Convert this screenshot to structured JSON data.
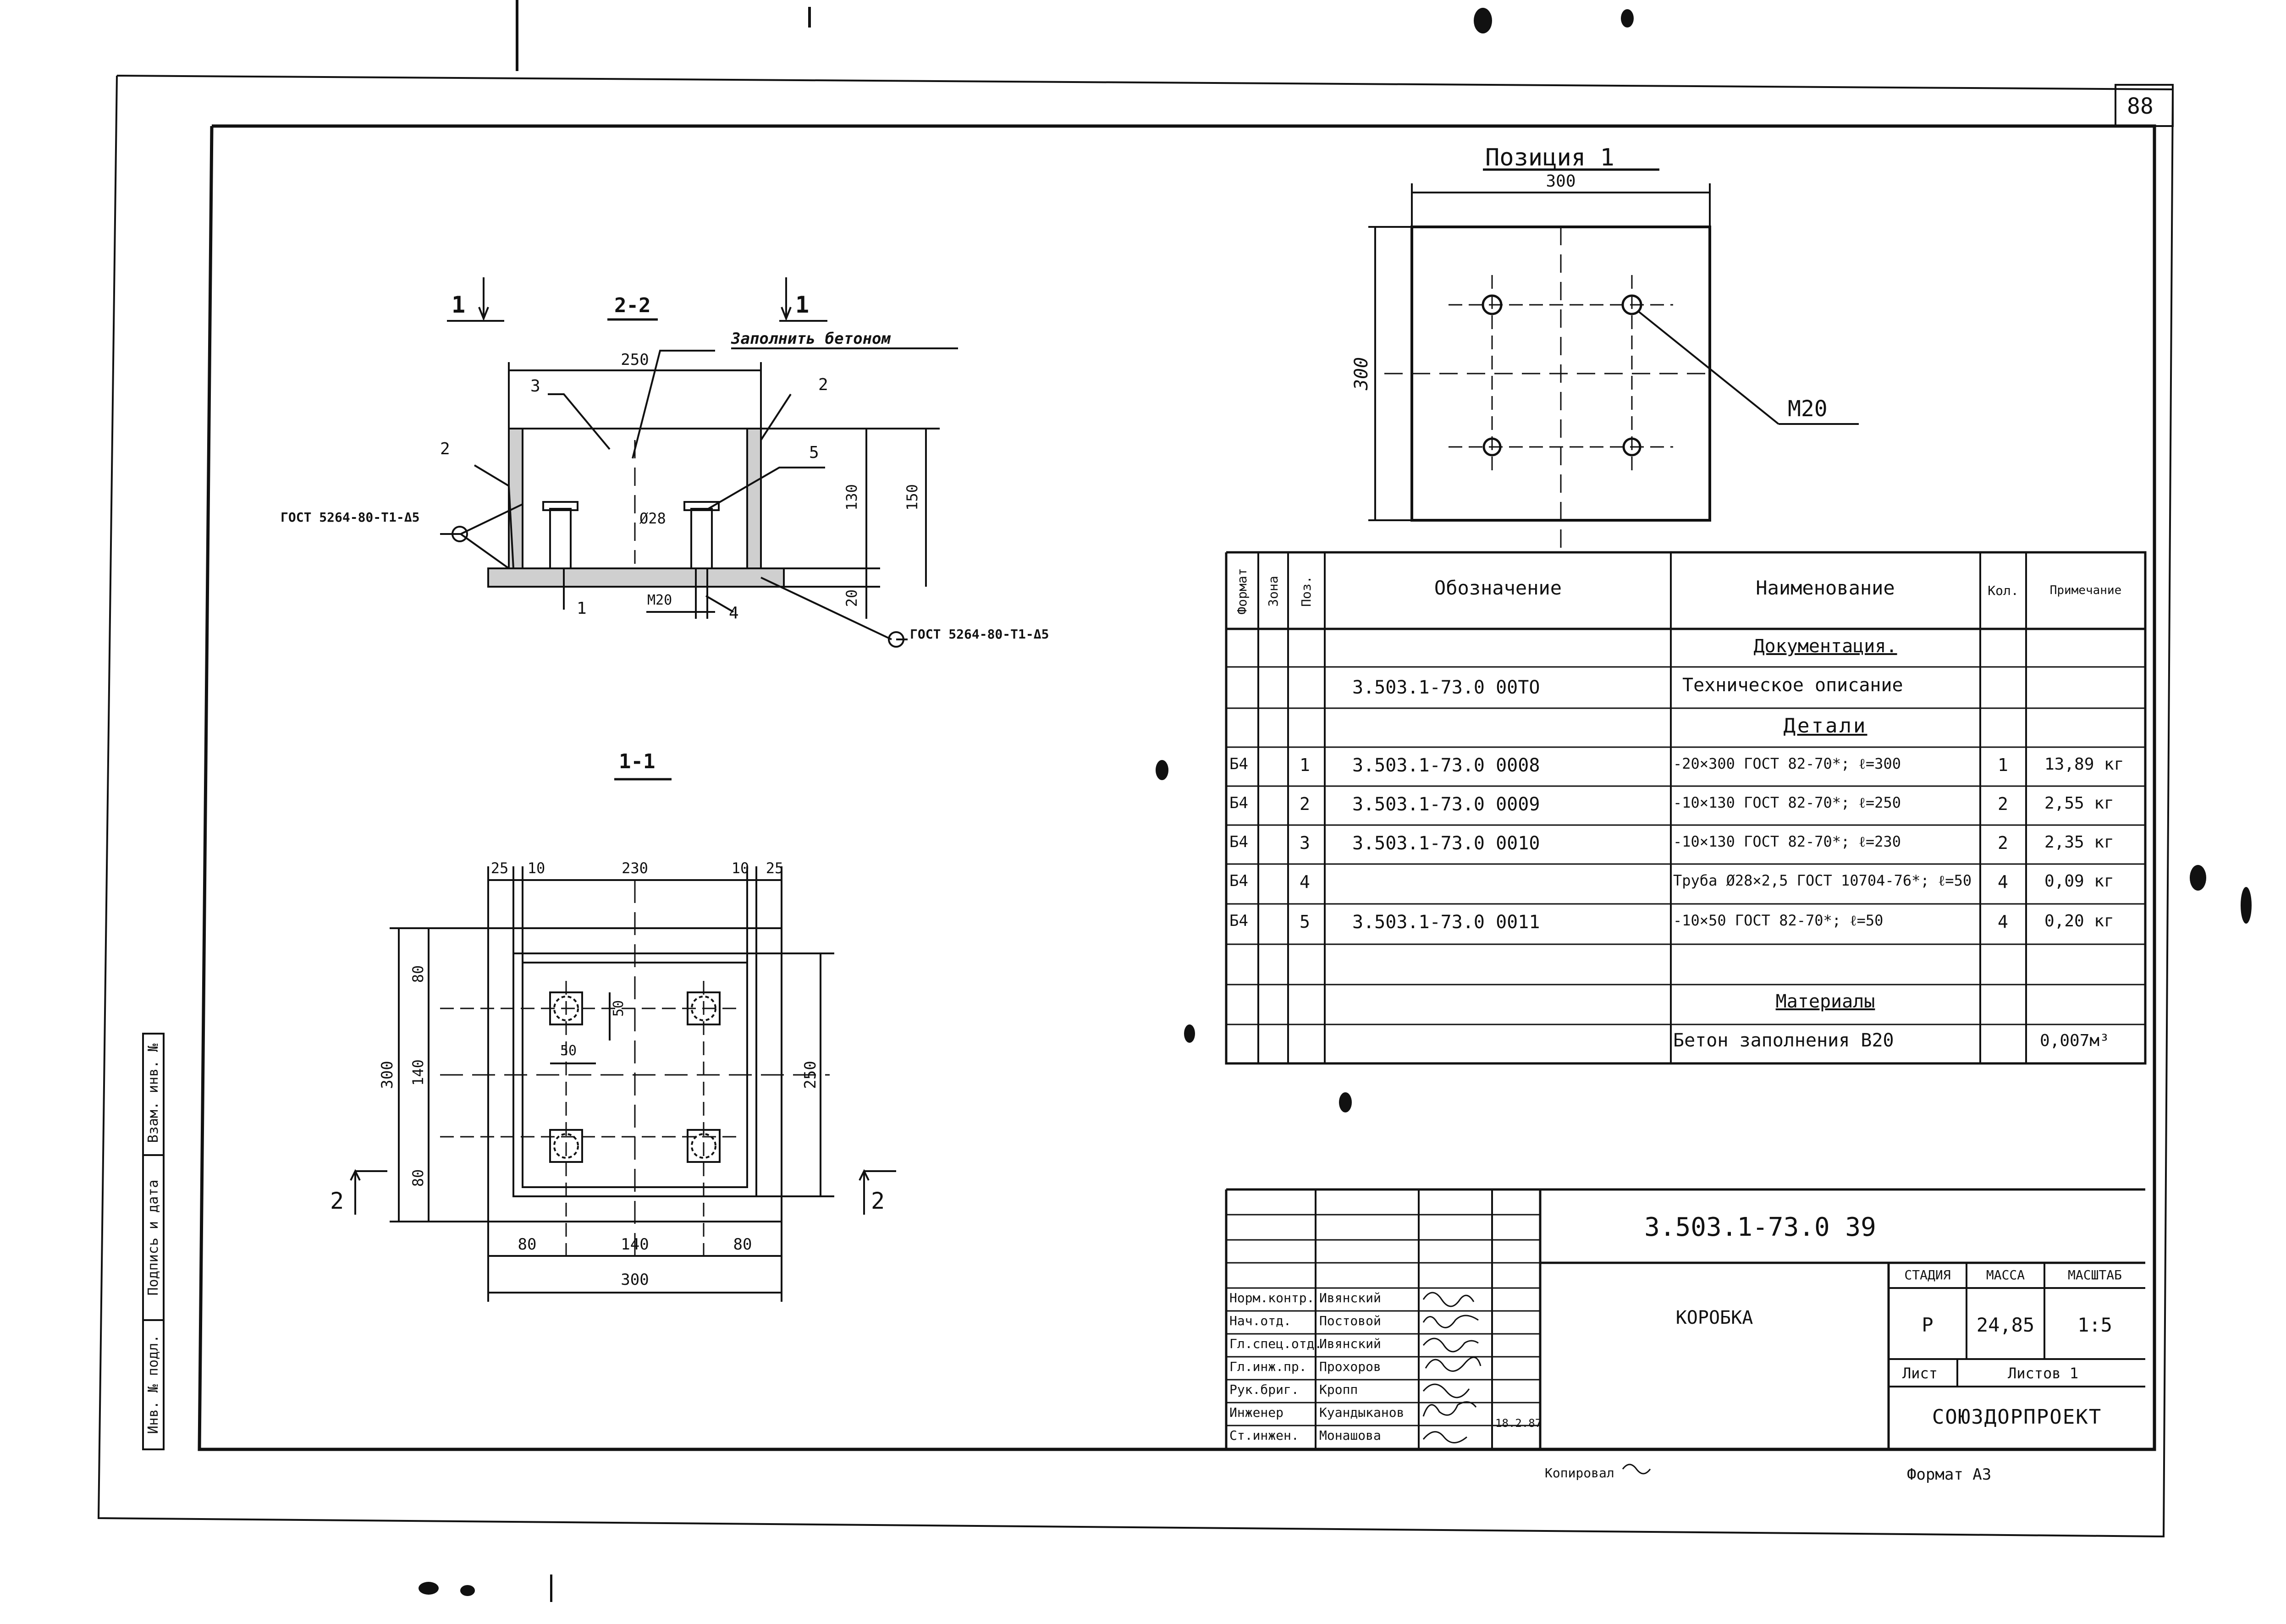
{
  "sheet": {
    "page_number": "88",
    "sheet_code": "3.503.1-73.0 39",
    "title": "КОРОБКА",
    "stage_label": "СТАДИЯ",
    "mass_label": "МАССА",
    "scale_label": "МАСШТАБ",
    "stage": "Р",
    "mass": "24,85",
    "scale": "1:5",
    "sheet_label": "Лист",
    "sheets_label": "Листов 1",
    "organization": "СОЮЗДОРПРОЕКТ",
    "copied_label": "Копировал",
    "format_label": "Формат А3",
    "date": "18.2.87"
  },
  "side_stamp": {
    "inv_original": "Инв. № подл.",
    "signature_date": "Подпись и дата",
    "inv_replacement": "Взам. инв. №"
  },
  "signatures": [
    {
      "role": "Норм.контр.",
      "name": "Ивянский"
    },
    {
      "role": "Нач.отд.",
      "name": "Постовой"
    },
    {
      "role": "Гл.спец.отд.",
      "name": "Ивянский"
    },
    {
      "role": "Гл.инж.пр.",
      "name": "Прохоров"
    },
    {
      "role": "Рук.бриг.",
      "name": "Кропп"
    },
    {
      "role": "Инженер",
      "name": "Куандыканов"
    },
    {
      "role": "Ст.инжен.",
      "name": "Монашова"
    }
  ],
  "section_22": {
    "title": "2-2",
    "cut_marker": "1",
    "note": "Заполнить бетоном",
    "weld_note_left": "ГОСТ 5264-80-Т1-Δ5",
    "weld_note_right": "ГОСТ 5264-80-Т1-Δ5",
    "dim_width": "250",
    "dim_inner_height": "130",
    "dim_total_height": "150",
    "dim_plate": "20",
    "diameter": "Ø28",
    "bolt": "М20",
    "pos_1": "1",
    "pos_2": "2",
    "pos_3": "3",
    "pos_4": "4",
    "pos_5": "5"
  },
  "section_11": {
    "title": "1-1",
    "cut_marker": "2",
    "dim_top": [
      "25",
      "10",
      "230",
      "10",
      "25"
    ],
    "dim_bottom": [
      "80",
      "140",
      "80"
    ],
    "dim_total": "300",
    "dim_left": [
      "80",
      "140",
      "80"
    ],
    "dim_left_total": "300",
    "dim_right": "250",
    "dim_hole_v": "50",
    "dim_hole_h": "50"
  },
  "position_1": {
    "title": "Позиция 1",
    "dim_width": "300",
    "dim_height": "300",
    "bolt": "М20"
  },
  "spec": {
    "headers": {
      "format": "Формат",
      "zone": "Зона",
      "pos": "Поз.",
      "designation": "Обозначение",
      "name": "Наименование",
      "qty": "Кол.",
      "note": "Примечание"
    },
    "section_docs": "Документация.",
    "doc_designation": "3.503.1-73.0 00ТО",
    "doc_name": "Техническое описание",
    "section_parts": "Детали",
    "parts": [
      {
        "format": "Б4",
        "pos": "1",
        "designation": "3.503.1-73.0 0008",
        "name": "-20×300 ГОСТ 82-70*; ℓ=300",
        "qty": "1",
        "note": "13,89 кг"
      },
      {
        "format": "Б4",
        "pos": "2",
        "designation": "3.503.1-73.0 0009",
        "name": "-10×130 ГОСТ 82-70*; ℓ=250",
        "qty": "2",
        "note": "2,55 кг"
      },
      {
        "format": "Б4",
        "pos": "3",
        "designation": "3.503.1-73.0 0010",
        "name": "-10×130 ГОСТ 82-70*; ℓ=230",
        "qty": "2",
        "note": "2,35 кг"
      },
      {
        "format": "Б4",
        "pos": "4",
        "designation": "",
        "name": "Труба Ø28×2,5 ГОСТ 10704-76*; ℓ=50",
        "qty": "4",
        "note": "0,09 кг"
      },
      {
        "format": "Б4",
        "pos": "5",
        "designation": "3.503.1-73.0 0011",
        "name": "-10×50 ГОСТ 82-70*; ℓ=50",
        "qty": "4",
        "note": "0,20 кг"
      }
    ],
    "section_materials": "Материалы",
    "material": {
      "name": "Бетон заполнения В20",
      "note": "0,007м³"
    }
  }
}
